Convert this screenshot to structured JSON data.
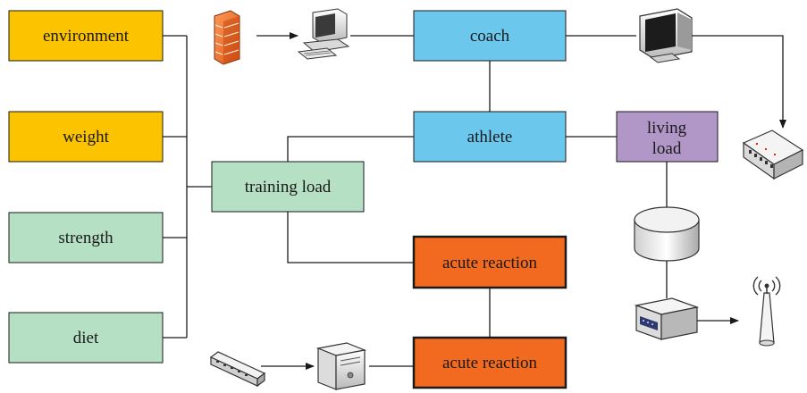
{
  "nodes": {
    "environment": "environment",
    "weight": "weight",
    "strength": "strength",
    "diet": "diet",
    "training_load": "training load",
    "coach": "coach",
    "athlete": "athlete",
    "living_load_line1": "living",
    "living_load_line2": "load",
    "acute_reaction_top": "acute reaction",
    "acute_reaction_bottom": "acute reaction"
  },
  "icons": [
    "firewall-icon",
    "workstation-icon",
    "monitor-icon",
    "network-switch-icon",
    "database-icon",
    "modem-icon",
    "wireless-antenna-icon",
    "hub-icon",
    "server-tower-icon"
  ],
  "colors": {
    "yellow": "#fbc300",
    "green": "#b6e0c4",
    "blue": "#6cc7ed",
    "purple": "#b196c8",
    "orange": "#f26a1f"
  }
}
